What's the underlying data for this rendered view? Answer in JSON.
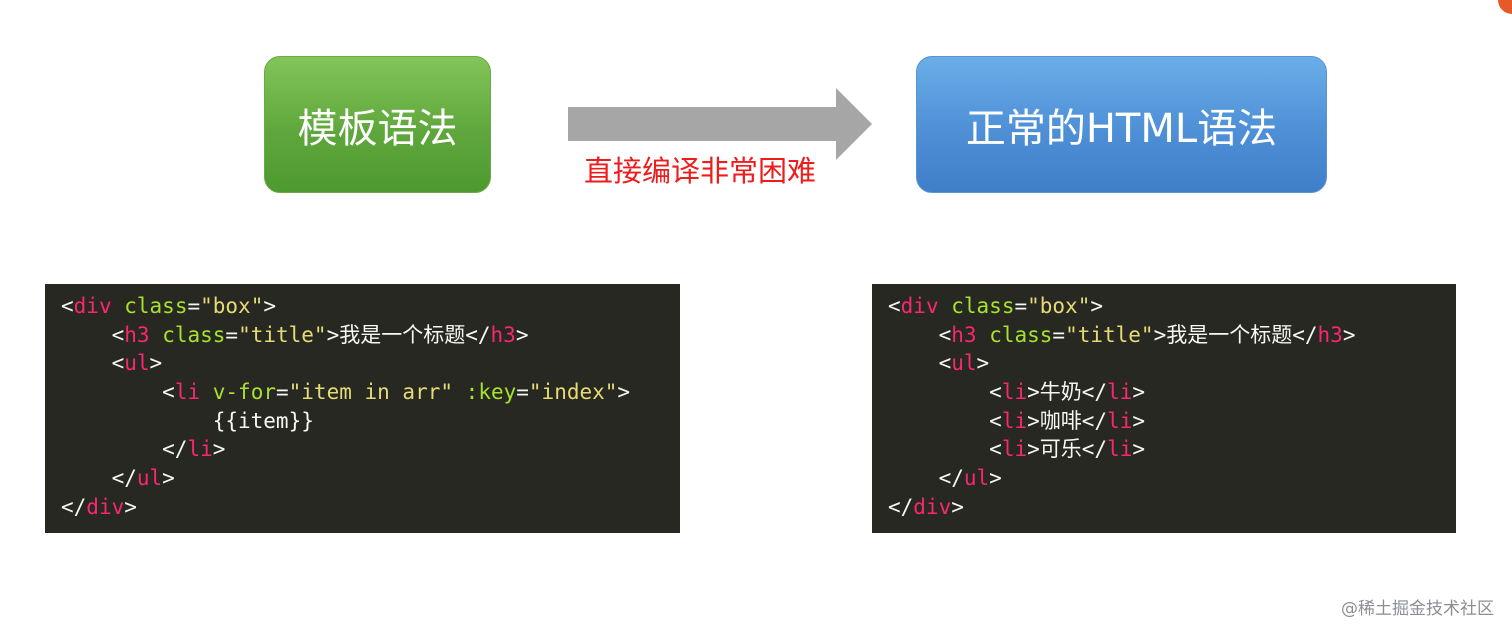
{
  "diagram": {
    "source_label": "模板语法",
    "target_label": "正常的HTML语法",
    "arrow_caption": "直接编译非常困难",
    "colors": {
      "source_box": "#5fa73c",
      "target_box": "#4e8fd6",
      "arrow": "#a6a6a6",
      "caption": "#ee1c1c"
    }
  },
  "code_left": [
    [
      [
        "punc",
        "<"
      ],
      [
        "tag",
        "div"
      ],
      [
        "text",
        " "
      ],
      [
        "attr",
        "class"
      ],
      [
        "punc",
        "="
      ],
      [
        "str",
        "\"box\""
      ],
      [
        "punc",
        ">"
      ]
    ],
    [
      [
        "text",
        "    "
      ],
      [
        "punc",
        "<"
      ],
      [
        "tag",
        "h3"
      ],
      [
        "text",
        " "
      ],
      [
        "attr",
        "class"
      ],
      [
        "punc",
        "="
      ],
      [
        "str",
        "\"title\""
      ],
      [
        "punc",
        ">"
      ],
      [
        "text",
        "我是一个标题"
      ],
      [
        "punc",
        "</"
      ],
      [
        "tag",
        "h3"
      ],
      [
        "punc",
        ">"
      ]
    ],
    [
      [
        "text",
        "    "
      ],
      [
        "punc",
        "<"
      ],
      [
        "tag",
        "ul"
      ],
      [
        "punc",
        ">"
      ]
    ],
    [
      [
        "text",
        "        "
      ],
      [
        "punc",
        "<"
      ],
      [
        "tag",
        "li"
      ],
      [
        "text",
        " "
      ],
      [
        "attr",
        "v-for"
      ],
      [
        "punc",
        "="
      ],
      [
        "str",
        "\"item in arr\""
      ],
      [
        "text",
        " "
      ],
      [
        "attr",
        ":key"
      ],
      [
        "punc",
        "="
      ],
      [
        "str",
        "\"index\""
      ],
      [
        "punc",
        ">"
      ]
    ],
    [
      [
        "text",
        "            {{item}}"
      ]
    ],
    [
      [
        "text",
        "        "
      ],
      [
        "punc",
        "</"
      ],
      [
        "tag",
        "li"
      ],
      [
        "punc",
        ">"
      ]
    ],
    [
      [
        "text",
        "    "
      ],
      [
        "punc",
        "</"
      ],
      [
        "tag",
        "ul"
      ],
      [
        "punc",
        ">"
      ]
    ],
    [
      [
        "punc",
        "</"
      ],
      [
        "tag",
        "div"
      ],
      [
        "punc",
        ">"
      ]
    ]
  ],
  "code_right": [
    [
      [
        "punc",
        "<"
      ],
      [
        "tag",
        "div"
      ],
      [
        "text",
        " "
      ],
      [
        "attr",
        "class"
      ],
      [
        "punc",
        "="
      ],
      [
        "str",
        "\"box\""
      ],
      [
        "punc",
        ">"
      ]
    ],
    [
      [
        "text",
        "    "
      ],
      [
        "punc",
        "<"
      ],
      [
        "tag",
        "h3"
      ],
      [
        "text",
        " "
      ],
      [
        "attr",
        "class"
      ],
      [
        "punc",
        "="
      ],
      [
        "str",
        "\"title\""
      ],
      [
        "punc",
        ">"
      ],
      [
        "text",
        "我是一个标题"
      ],
      [
        "punc",
        "</"
      ],
      [
        "tag",
        "h3"
      ],
      [
        "punc",
        ">"
      ]
    ],
    [
      [
        "text",
        "    "
      ],
      [
        "punc",
        "<"
      ],
      [
        "tag",
        "ul"
      ],
      [
        "punc",
        ">"
      ]
    ],
    [
      [
        "text",
        "        "
      ],
      [
        "punc",
        "<"
      ],
      [
        "tag",
        "li"
      ],
      [
        "punc",
        ">"
      ],
      [
        "text",
        "牛奶"
      ],
      [
        "punc",
        "</"
      ],
      [
        "tag",
        "li"
      ],
      [
        "punc",
        ">"
      ]
    ],
    [
      [
        "text",
        "        "
      ],
      [
        "punc",
        "<"
      ],
      [
        "tag",
        "li"
      ],
      [
        "punc",
        ">"
      ],
      [
        "text",
        "咖啡"
      ],
      [
        "punc",
        "</"
      ],
      [
        "tag",
        "li"
      ],
      [
        "punc",
        ">"
      ]
    ],
    [
      [
        "text",
        "        "
      ],
      [
        "punc",
        "<"
      ],
      [
        "tag",
        "li"
      ],
      [
        "punc",
        ">"
      ],
      [
        "text",
        "可乐"
      ],
      [
        "punc",
        "</"
      ],
      [
        "tag",
        "li"
      ],
      [
        "punc",
        ">"
      ]
    ],
    [
      [
        "text",
        "    "
      ],
      [
        "punc",
        "</"
      ],
      [
        "tag",
        "ul"
      ],
      [
        "punc",
        ">"
      ]
    ],
    [
      [
        "punc",
        "</"
      ],
      [
        "tag",
        "div"
      ],
      [
        "punc",
        ">"
      ]
    ]
  ],
  "watermark": "@稀土掘金技术社区"
}
